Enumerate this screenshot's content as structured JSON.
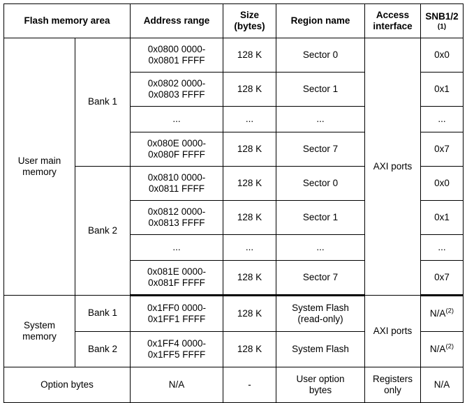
{
  "table": {
    "columns": [
      {
        "key": "area",
        "label": "Flash memory area"
      },
      {
        "key": "addr",
        "label": "Address range"
      },
      {
        "key": "size",
        "label": "Size\n(bytes)",
        "label_line1": "Size",
        "label_line2": "(bytes)"
      },
      {
        "key": "region",
        "label": "Region name"
      },
      {
        "key": "access",
        "label": "Access\ninterface",
        "label_line1": "Access",
        "label_line2": "interface"
      },
      {
        "key": "snb",
        "label": "SNB1/2",
        "footnote": "(1)"
      }
    ],
    "groups": {
      "user_main_memory": {
        "area_label_line1": "User main",
        "area_label_line2": "memory",
        "access_interface": "AXI ports",
        "banks": [
          {
            "bank_label": "Bank 1",
            "rows": [
              {
                "addr_line1": "0x0800 0000-",
                "addr_line2": "0x0801 FFFF",
                "size": "128 K",
                "region": "Sector 0",
                "snb": "0x0"
              },
              {
                "addr_line1": "0x0802 0000-",
                "addr_line2": "0x0803 FFFF",
                "size": "128 K",
                "region": "Sector 1",
                "snb": "0x1"
              },
              {
                "addr_line1": "...",
                "addr_line2": "",
                "size": "...",
                "region": "...",
                "snb": "..."
              },
              {
                "addr_line1": "0x080E 0000-",
                "addr_line2": "0x080F FFFF",
                "size": "128 K",
                "region": "Sector 7",
                "snb": "0x7"
              }
            ]
          },
          {
            "bank_label": "Bank 2",
            "rows": [
              {
                "addr_line1": "0x0810 0000-",
                "addr_line2": "0x0811 FFFF",
                "size": "128 K",
                "region": "Sector 0",
                "snb": "0x0"
              },
              {
                "addr_line1": "0x0812 0000-",
                "addr_line2": "0x0813 FFFF",
                "size": "128 K",
                "region": "Sector 1",
                "snb": "0x1"
              },
              {
                "addr_line1": "...",
                "addr_line2": "",
                "size": "...",
                "region": "...",
                "snb": "..."
              },
              {
                "addr_line1": "0x081E 0000-",
                "addr_line2": "0x081F FFFF",
                "size": "128 K",
                "region": "Sector 7",
                "snb": "0x7"
              }
            ]
          }
        ]
      },
      "system_memory": {
        "area_label_line1": "System",
        "area_label_line2": "memory",
        "access_interface": "AXI ports",
        "rows": [
          {
            "bank_label": "Bank 1",
            "addr_line1": "0x1FF0 0000-",
            "addr_line2": "0x1FF1 FFFF",
            "size": "128 K",
            "region_line1": "System Flash",
            "region_line2": "(read-only)",
            "snb": "N/A",
            "snb_footnote": "(2)"
          },
          {
            "bank_label": "Bank 2",
            "addr_line1": "0x1FF4 0000-",
            "addr_line2": "0x1FF5 FFFF",
            "size": "128 K",
            "region_line1": "System Flash",
            "region_line2": "",
            "snb": "N/A",
            "snb_footnote": "(2)"
          }
        ]
      },
      "option_bytes": {
        "area_label": "Option bytes",
        "addr": "N/A",
        "size": "-",
        "region_line1": "User option",
        "region_line2": "bytes",
        "access_line1": "Registers",
        "access_line2": "only",
        "snb": "N/A"
      }
    }
  }
}
